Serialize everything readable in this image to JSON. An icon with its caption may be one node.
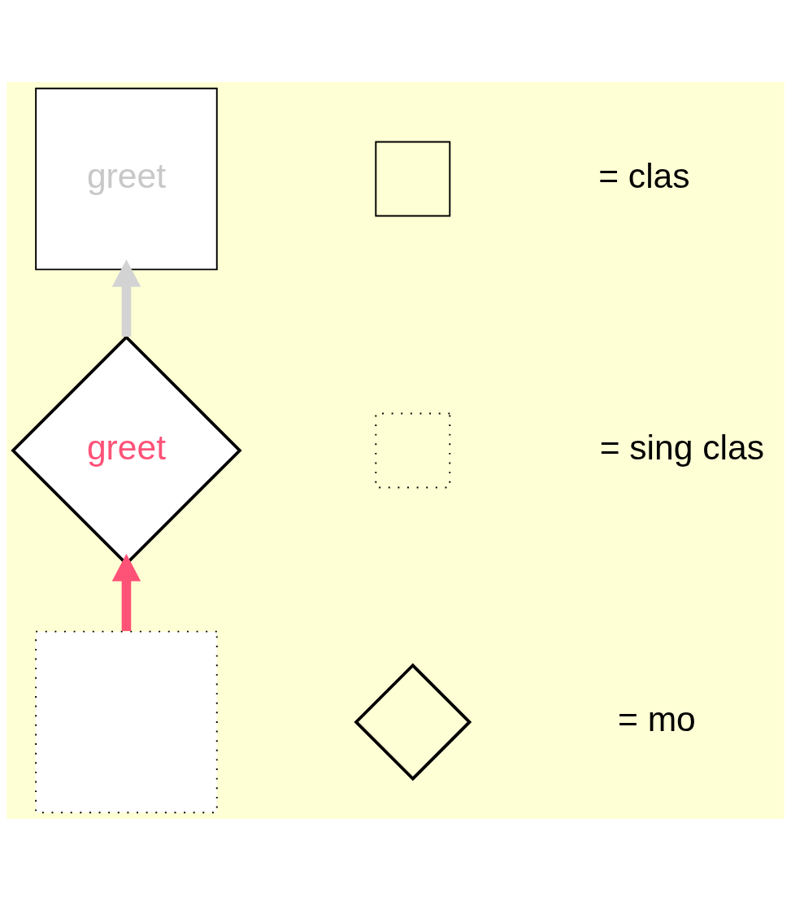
{
  "diagram": {
    "nodes": [
      {
        "text": [
          "greet"
        ]
      },
      {
        "text": [
          "greet"
        ]
      },
      {
        "text": [],
        "shape": "box"
      },
      {
        "text": [],
        "shape": "box"
      },
      {
        "text": [],
        "shape": "box"
      },
      {
        "text": [],
        "shape": "diamond"
      }
    ],
    "edges": [
      {
        "from": 1,
        "to": 0,
        "arrow": "to",
        "color": "#d3d3d3"
      },
      {
        "from": 2,
        "to": 1,
        "arrow": "to",
        "color": "#ff5277"
      }
    ],
    "legend": [
      {
        "text": "= clas"
      },
      {
        "text": "= sing clas"
      },
      {
        "text": "= mo"
      }
    ]
  }
}
